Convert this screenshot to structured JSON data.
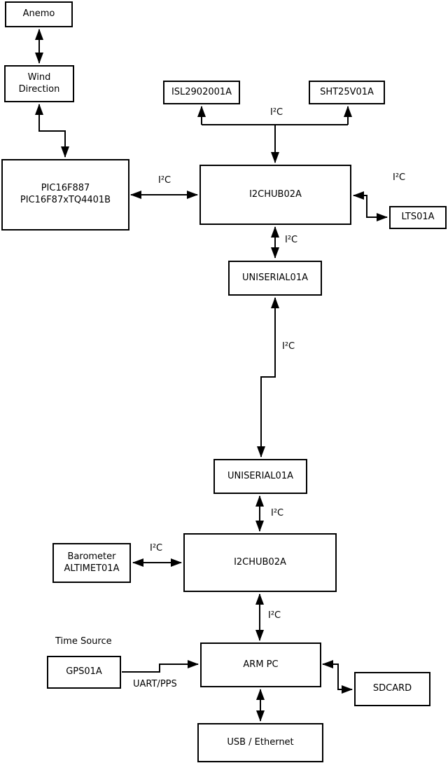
{
  "colors": {
    "background": "#ffffff",
    "line": "#000000",
    "box_border": "#000000",
    "box_fill": "#ffffff",
    "text": "#000000"
  },
  "boxes": {
    "anemo": {
      "label": "Anemo"
    },
    "wind_direction": {
      "line1": "Wind",
      "line2": "Direction"
    },
    "pic": {
      "line1": "PIC16F887",
      "line2": "PIC16F87xTQ4401B"
    },
    "isl": {
      "label": "ISL2902001A"
    },
    "sht": {
      "label": "SHT25V01A"
    },
    "i2chub_top": {
      "label": "I2CHUB02A"
    },
    "lts": {
      "label": "LTS01A"
    },
    "uniserial_top": {
      "label": "UNISERIAL01A"
    },
    "uniserial_bottom": {
      "label": "UNISERIAL01A"
    },
    "i2chub_bottom": {
      "label": "I2CHUB02A"
    },
    "barometer": {
      "line1": "Barometer",
      "line2": "ALTIMET01A"
    },
    "gps": {
      "label": "GPS01A"
    },
    "arm_pc": {
      "label": "ARM PC"
    },
    "sdcard": {
      "label": "SDCARD"
    },
    "usb_ethernet": {
      "label": "USB / Ethernet"
    }
  },
  "edge_labels": {
    "i2c_sensors": "I²C",
    "i2c_pic_hub": "I²C",
    "i2c_hub_lts": "I²C",
    "i2c_hub_uniserial": "I²C",
    "i2c_uniserial_link": "I²C",
    "i2c_uniserial_hub2": "I²C",
    "i2c_barometer_hub2": "I²C",
    "i2c_hub2_armpc": "I²C",
    "time_source": "Time Source",
    "uart_pps": "UART/PPS"
  }
}
